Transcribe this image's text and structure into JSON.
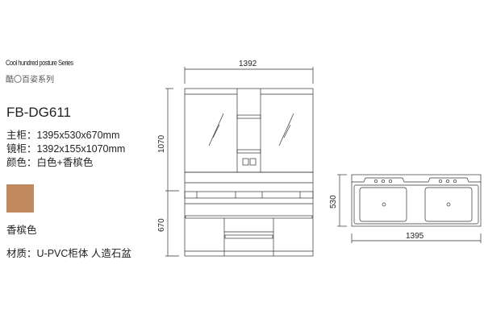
{
  "series": {
    "english": "Cool hundred posture Series",
    "chinese": "酷〇百姿系列"
  },
  "product": {
    "model": "FB-DG611",
    "specs": [
      {
        "label": "主柜：",
        "value": "1395x530x670mm"
      },
      {
        "label": "镜柜：",
        "value": "1392x155x1070mm"
      },
      {
        "label": "颜色：",
        "value": "白色+香槟色"
      }
    ],
    "swatch": {
      "label": "香槟色",
      "color": "#c08a5e"
    },
    "material": "材质：U-PVC柜体   人造石盆"
  },
  "front_view": {
    "width_dim": "1392",
    "mirror_height_dim": "1070",
    "cabinet_height_dim": "670"
  },
  "top_view": {
    "depth_dim": "530",
    "width_dim": "1395"
  }
}
